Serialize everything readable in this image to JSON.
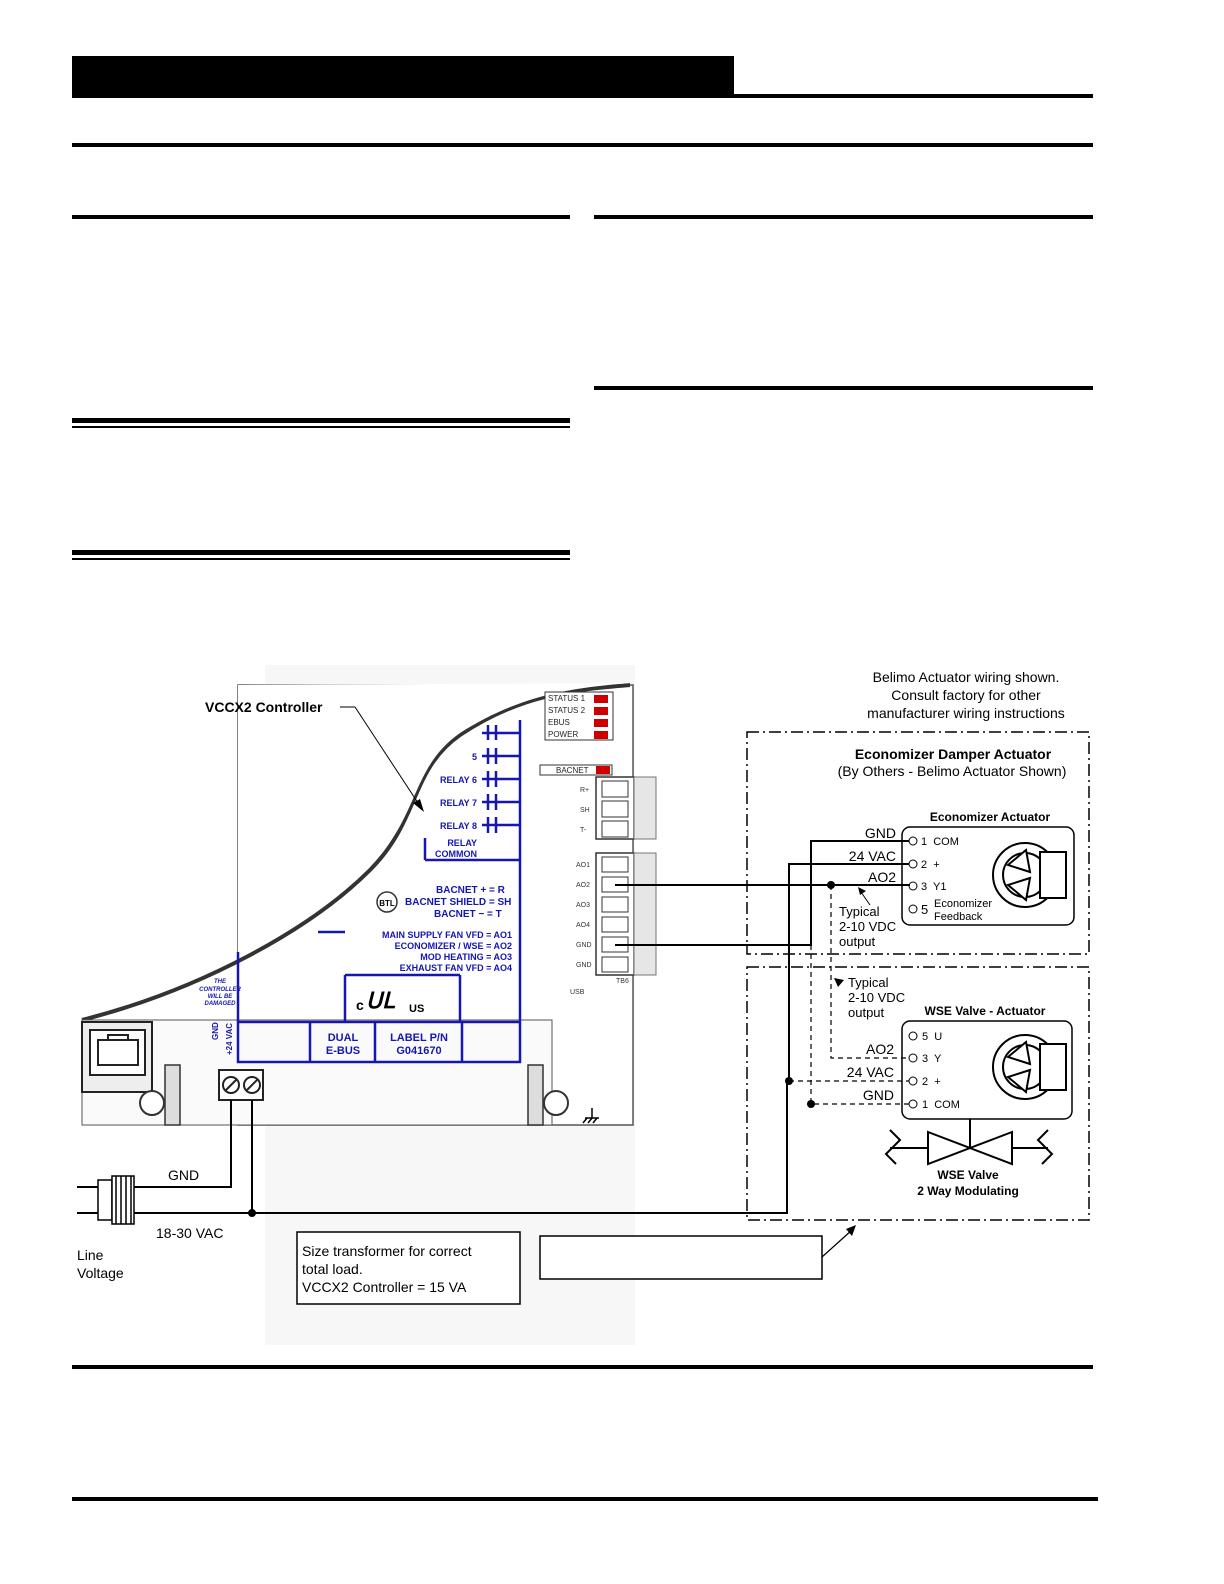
{
  "diagram": {
    "controller": {
      "title": "VCCX2 Controller",
      "status_leds": [
        "STATUS 1",
        "STATUS 2",
        "EBUS",
        "POWER"
      ],
      "relays": [
        "5",
        "RELAY 6",
        "RELAY 7",
        "RELAY 8"
      ],
      "relay_common": [
        "RELAY",
        "COMMON"
      ],
      "bacnet_label": "BACNET",
      "bacnet_terminals": [
        "R+",
        "SH",
        "T-"
      ],
      "bacnet_legend": [
        "BACNET + = R",
        "BACNET SHIELD = SH",
        "BACNET − = T"
      ],
      "btl_logo": "BTL",
      "ao_terminals": [
        "AO1",
        "AO2",
        "AO3",
        "AO4",
        "GND",
        "GND"
      ],
      "ao_legend": [
        "MAIN SUPPLY FAN VFD = AO1",
        "ECONOMIZER / WSE = AO2",
        "MOD HEATING = AO3",
        "EXHAUST FAN VFD = AO4"
      ],
      "ul_mark": {
        "c": "c",
        "us": "US"
      },
      "warning": [
        "THE",
        "CONTROLLER",
        "WILL BE",
        "DAMAGED"
      ],
      "power_labels": [
        "GND",
        "+24 VAC"
      ],
      "dual_ebus": [
        "DUAL",
        "E-BUS"
      ],
      "label_pn": [
        "LABEL P/N",
        "G041670"
      ],
      "usb_label": "USB",
      "tb_label": "TB6"
    },
    "belimo_note": [
      "Belimo Actuator wiring shown.",
      "Consult factory for other",
      "manufacturer wiring instructions"
    ],
    "economizer_box": {
      "title": "Economizer Damper Actuator",
      "subtitle": "(By Others - Belimo Actuator Shown)",
      "actuator_title": "Economizer Actuator",
      "wire_labels": [
        "GND",
        "24 VAC",
        "AO2"
      ],
      "terminals": [
        "1  COM",
        "2  +",
        "3  Y1"
      ],
      "terminal5_num": "5",
      "feedback": [
        "Economizer",
        "Feedback"
      ],
      "typical": [
        "Typical",
        "2-10 VDC",
        "output"
      ]
    },
    "wse_box": {
      "typical": [
        "Typical",
        "2-10 VDC",
        "output"
      ],
      "actuator_title": "WSE Valve - Actuator",
      "terminals": [
        "5  U",
        "3  Y",
        "2  +",
        "1  COM"
      ],
      "wire_labels": [
        "AO2",
        "24 VAC",
        "GND"
      ],
      "valve_label": [
        "WSE Valve",
        "2 Way Modulating"
      ]
    },
    "power": {
      "gnd": "GND",
      "vac": "18-30 VAC",
      "line_voltage": [
        "Line",
        "Voltage"
      ]
    },
    "transformer_note": [
      "Size transformer for correct",
      "total load.",
      "VCCX2 Controller = 15 VA"
    ]
  }
}
